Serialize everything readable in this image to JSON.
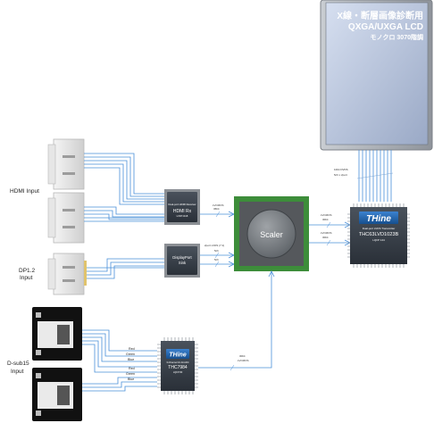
{
  "monitor": {
    "title_line1": "X線・断層画像診断用",
    "title_line2": "QXGA/UXGA LCD",
    "title_line3": "モノクロ 3070階調",
    "bezel_color": "#9a9fa5",
    "screen_color": "#b8c5db"
  },
  "inputs": {
    "hdmi": "HDMI Input",
    "dp_line1": "DP1.2",
    "dp_line2": "Input",
    "dsub_line1": "D-sub15",
    "dsub_line2": "Input"
  },
  "chips": {
    "hdmi_rx": {
      "top": "Dual-port HDMI Receiver",
      "name": "HDMI Rx",
      "sub": "LVDT-Rx8"
    },
    "dp_sink": {
      "line1": "DisplayPort",
      "line2": "Sink"
    },
    "scaler": {
      "name": "Scaler"
    },
    "thc7984": {
      "logo": "THine",
      "top": "3-Channel 10-bit ADC",
      "name": "THC7984",
      "sub": "LQFP 80"
    },
    "thc63": {
      "logo": "THine",
      "top": "Dual-port LVDS Transmitter",
      "name": "THC63LVD1023B",
      "sub": "LQFP 144"
    }
  },
  "signals": {
    "hdmi_out_1": "LVCMOS",
    "hdmi_out_2": "36bit",
    "dp_out_1": "2port LVDS (7:1)",
    "dp_out_2": "5ch",
    "dp_out_3": "5ch",
    "scaler_out_1a": "LVCMOS",
    "scaler_out_1b": "30bit",
    "scaler_out_2a": "LVCMOS",
    "scaler_out_2b": "30bit",
    "adc_out_1": "30bit",
    "adc_out_2": "LVCMOS",
    "lvds_out_1": "10bit DVDS",
    "lvds_out_2": "5ch x 2port"
  },
  "rgb": {
    "set1": [
      "Red",
      "Green",
      "Blue"
    ],
    "set2": [
      "Red",
      "Green",
      "Blue"
    ]
  },
  "colors": {
    "signal": "#4a90d9",
    "chip": "#333b44",
    "scaler_board": "#3d8d3a",
    "thine_logo": "#1c5fa8"
  }
}
